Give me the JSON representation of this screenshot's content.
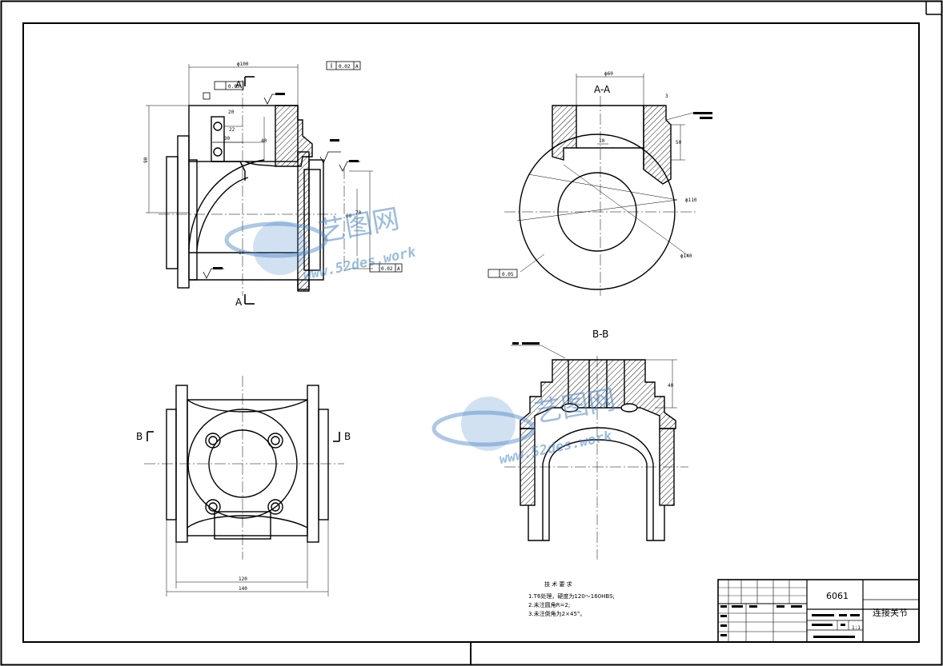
{
  "views": {
    "section_aa_top": "A",
    "section_aa_bottom": "A",
    "section_aa_title": "A-A",
    "section_bb_title": "B-B",
    "section_b_left": "B",
    "section_b_right": "B"
  },
  "dimensions": {
    "d100": "ϕ100",
    "d60": "ϕ60",
    "len20": "20",
    "len22": "22",
    "len30": "30",
    "len40": "40",
    "len90": "90",
    "len10": "10",
    "len60": "60",
    "len70": "70",
    "len50": "50",
    "len120": "120",
    "len140": "140",
    "d110": "ϕ110",
    "d140": "ϕ140",
    "len3": "3",
    "len40b": "40",
    "len10b": "10"
  },
  "tolerances": {
    "perp": "0.02",
    "perp_ref": "A",
    "flat1": "0.05",
    "flat1_ref": "A",
    "parallel": "0.02",
    "parallel_ref": "A",
    "flat2": "0.05"
  },
  "notes": {
    "title": "技  术  要  求",
    "line1": "1.T6处理，硬度为120～160HBS;",
    "line2": "2.未注圆角R=2;",
    "line3": "3.未注倒角为2×45°。"
  },
  "title_block": {
    "material": "6061",
    "part_name": "连接关节",
    "scale": "1:1"
  },
  "watermark": {
    "brand": "艺图网",
    "url": "www.52des.work"
  },
  "colors": {
    "line": "#000000",
    "watermark": "#4a86c8"
  }
}
